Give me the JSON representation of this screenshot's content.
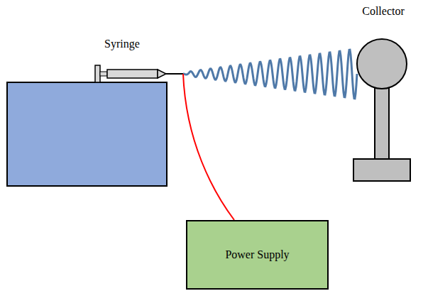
{
  "diagram": {
    "nodes": [
      {
        "text": [
          "Power Supply"
        ]
      }
    ],
    "labels": [
      "Syringe",
      "Collector"
    ]
  }
}
